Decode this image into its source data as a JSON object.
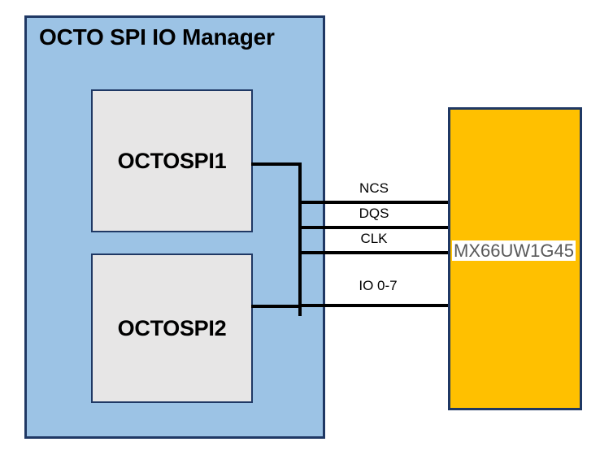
{
  "diagram": {
    "title": "OCTO SPI IO Manager",
    "manager": {
      "label": "OCTO SPI IO Manager",
      "fill_color": "#9CC3E5",
      "border_color": "#1F3864",
      "peripherals": [
        {
          "label": "OCTOSPI1",
          "fill_color": "#E7E6E6"
        },
        {
          "label": "OCTOSPI2",
          "fill_color": "#E7E6E6"
        }
      ]
    },
    "memory": {
      "label": "MX66UW1G45",
      "fill_color": "#FFC000",
      "border_color": "#1F3864",
      "label_text_color": "#595959",
      "label_background": "#FFFFFF"
    },
    "signals": [
      {
        "name": "NCS"
      },
      {
        "name": "DQS"
      },
      {
        "name": "CLK"
      },
      {
        "name": "IO 0-7"
      }
    ]
  }
}
